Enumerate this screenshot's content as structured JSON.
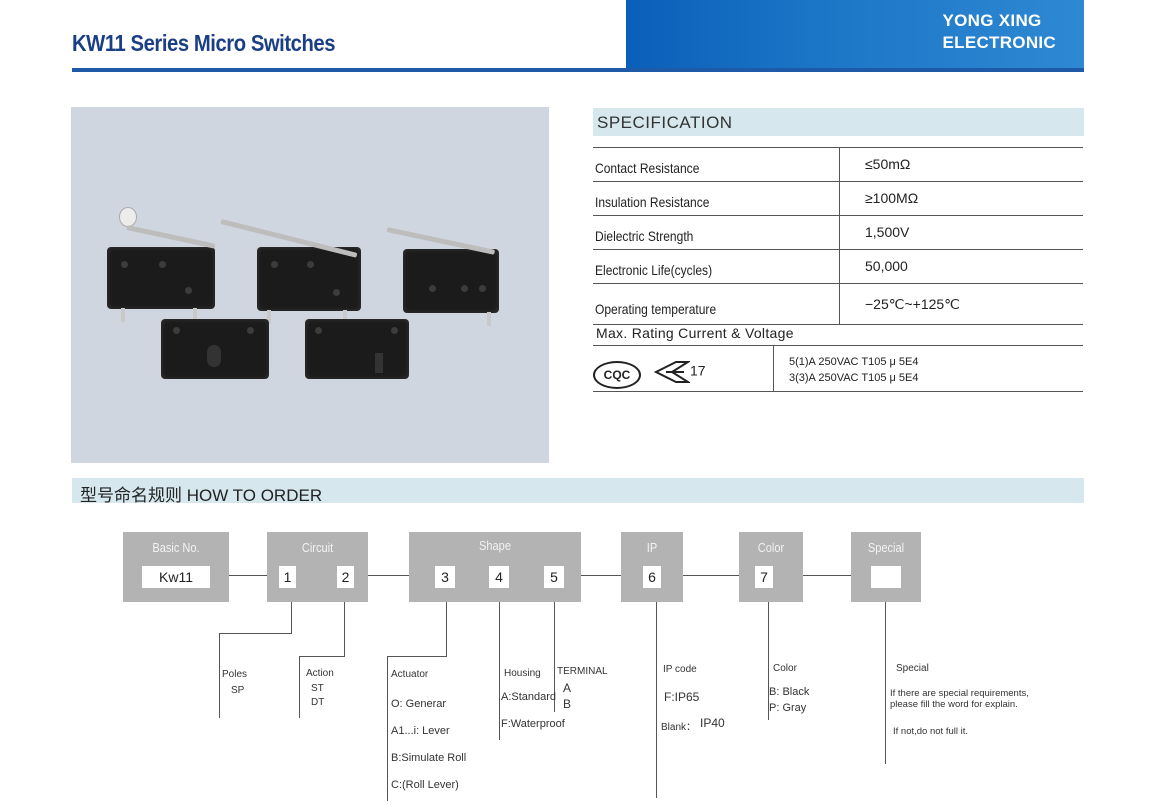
{
  "header": {
    "title": "KW11 Series Micro Switches",
    "brand_line1": "YONG XING",
    "brand_line2": "ELECTRONIC"
  },
  "spec": {
    "heading": "SPECIFICATION",
    "rows": [
      {
        "label": "Contact Resistance",
        "value": "≤50mΩ"
      },
      {
        "label": "Insulation Resistance",
        "value": "≥100MΩ"
      },
      {
        "label": "Dielectric Strength",
        "value": "1,500V"
      },
      {
        "label": "Electronic  Life(cycles)",
        "value": "50,000"
      },
      {
        "label": "Operating temperature",
        "value": "−25℃~+125℃"
      }
    ],
    "max_rating_label": "Max. Rating Current & Voltage",
    "cert_cqc": "CQC",
    "cert_ek": "17",
    "ratings": [
      "5(1)A  250VAC T105 μ 5E4",
      "3(3)A  250VAC T105 μ 5E4"
    ]
  },
  "order": {
    "heading": "型号命名规则 HOW TO ORDER",
    "basic_label": "Basic No.",
    "basic_value": "Kw11",
    "circuit_label": "Circuit",
    "shape_label": "Shape",
    "ip_label": "IP",
    "color_label": "Color",
    "special_label": "Special",
    "n1": "1",
    "n2": "2",
    "n3": "3",
    "n4": "4",
    "n5": "5",
    "n6": "6",
    "n7": "7",
    "poles": "Poles",
    "poles_sp": "SP",
    "action": "Action",
    "action_st": "ST",
    "action_dt": "DT",
    "actuator": "Actuator",
    "act_o": "O: Generar",
    "act_a": "A1...i: Lever",
    "act_b": "B:Simulate Roll",
    "act_c": "C:(Roll Lever)",
    "housing": "Housing",
    "house_a": "A:Standard",
    "house_f": "F:Waterproof",
    "terminal": "TERMINAL",
    "term_a": "A",
    "term_b": "B",
    "ipcode": "IP code",
    "ip65": "F:IP65",
    "blank": "Blank：",
    "ip40": "IP40",
    "color": "Color",
    "color_b": "B: Black",
    "color_p": "P: Gray",
    "special": "Special",
    "special_1": "If there are special requirements,",
    "special_2": "please fill the word for explain.",
    "special_3": "If not,do not full it."
  }
}
